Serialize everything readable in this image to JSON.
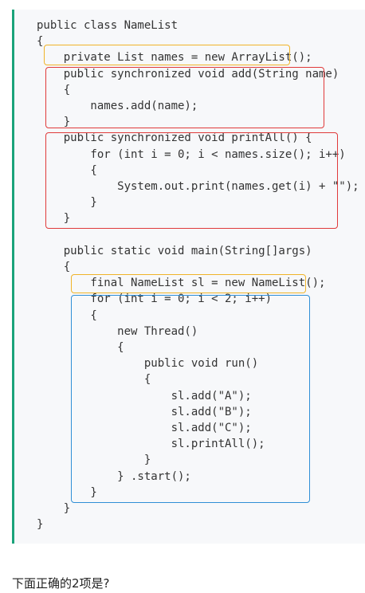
{
  "code": {
    "lines": [
      "public class NameList",
      "{",
      "    private List names = new ArrayList();",
      "    public synchronized void add(String name)",
      "    {",
      "        names.add(name);",
      "    }",
      "    public synchronized void printAll() {",
      "        for (int i = 0; i < names.size(); i++)",
      "        {",
      "            System.out.print(names.get(i) + \"\");",
      "        }",
      "    }",
      "",
      "    public static void main(String[]args)",
      "    {",
      "        final NameList sl = new NameList();",
      "        for (int i = 0; i < 2; i++)",
      "        {",
      "            new Thread()",
      "            {",
      "                public void run()",
      "                {",
      "                    sl.add(\"A\");",
      "                    sl.add(\"B\");",
      "                    sl.add(\"C\");",
      "                    sl.printAll();",
      "                }",
      "            } .start();",
      "        }",
      "    }",
      "}"
    ]
  },
  "colors": {
    "accent_bar": "#1aa37a",
    "highlight_yellow": "#f0b429",
    "highlight_red": "#e03a3a",
    "highlight_blue": "#2f8fd6"
  },
  "question": {
    "text": "下面正确的2项是?"
  }
}
